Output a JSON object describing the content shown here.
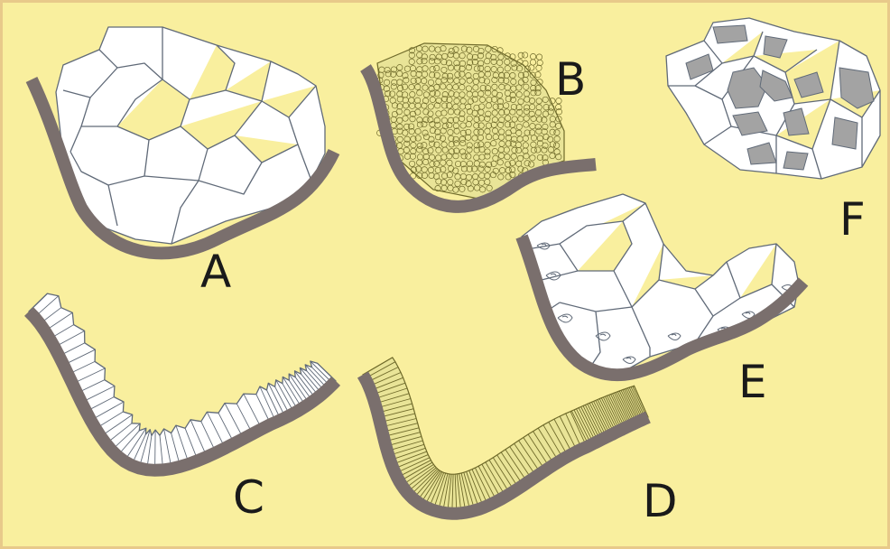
{
  "colors": {
    "background": "#f9ef9e",
    "frame": "#e8c98a",
    "basement": "#7a6f6d",
    "cell_fill": "#ffffff",
    "cell_stroke": "#606a78",
    "small_cell_fill": "#e9e497",
    "small_cell_stroke": "#6f6a2a",
    "vacuole_fill": "#a3a3a3"
  },
  "labels": {
    "A": "A",
    "B": "B",
    "C": "C",
    "D": "D",
    "E": "E",
    "F": "F"
  }
}
